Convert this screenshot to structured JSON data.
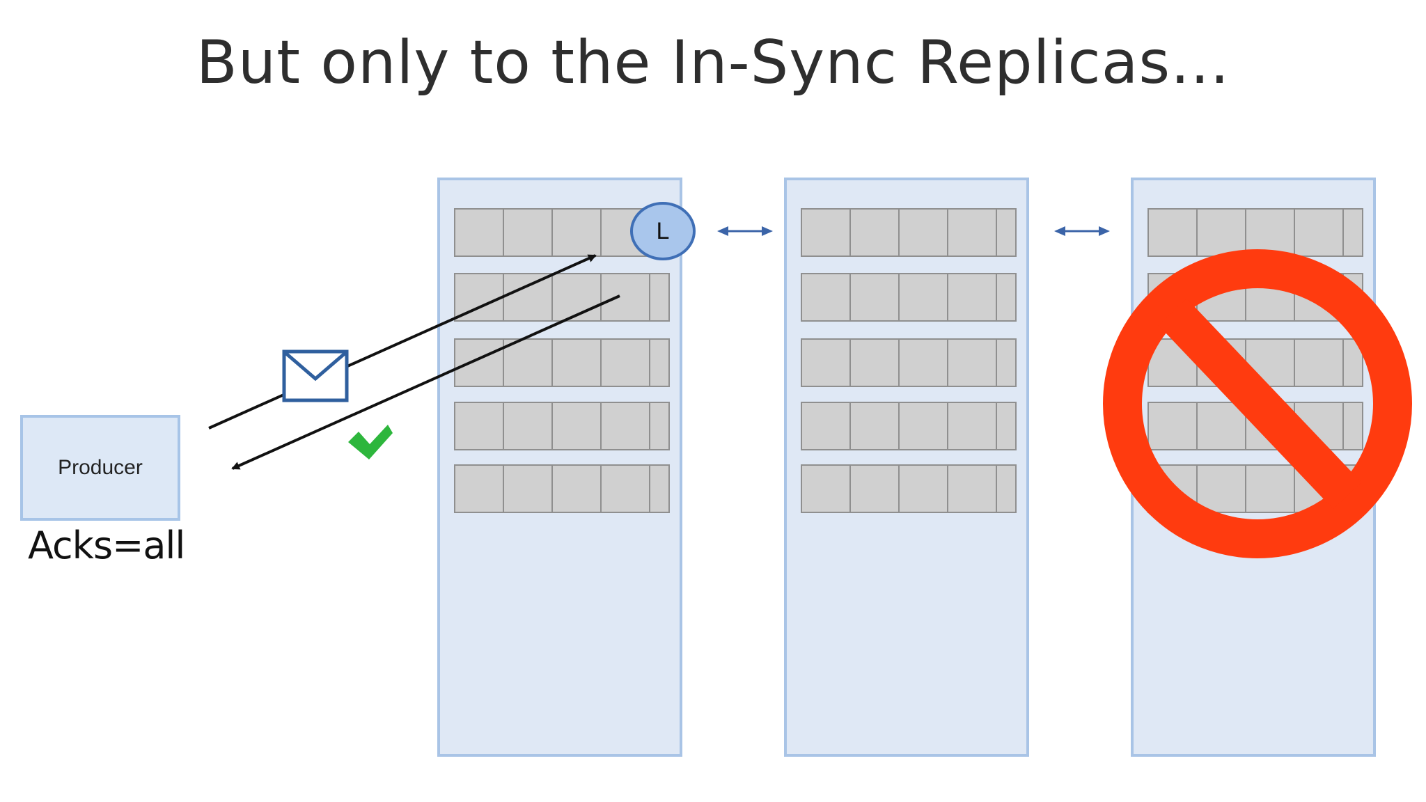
{
  "title": "But only to the In-Sync Replicas...",
  "producer": {
    "label": "Producer",
    "acks_label": "Acks=all"
  },
  "leader": {
    "label": "L"
  },
  "brokers": [
    {
      "partitions": 5
    },
    {
      "partitions": 5
    },
    {
      "partitions": 5
    }
  ],
  "colors": {
    "broker_fill": "#dfe8f5",
    "broker_border": "#a9c4e6",
    "partition_fill": "#d0d0d0",
    "leader_fill": "#a9c6ec",
    "leader_border": "#3f6fb6",
    "sync_arrow": "#3b64a8",
    "envelope": "#2f5f9e",
    "checkmark": "#2db63c",
    "prohibited": "#ff3b0f"
  },
  "icons": {
    "message": "envelope-icon",
    "ack": "checkmark-icon",
    "out_of_sync": "prohibited-icon"
  }
}
